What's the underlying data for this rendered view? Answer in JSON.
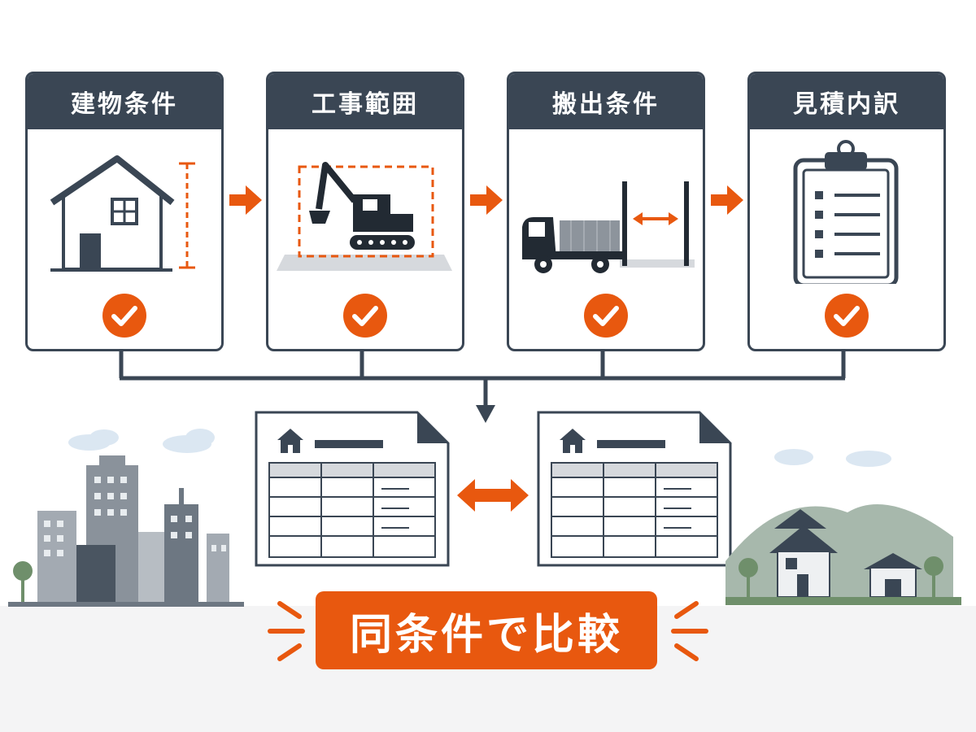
{
  "steps": [
    {
      "label": "建物条件",
      "icon": "house-height-icon",
      "status": "checked"
    },
    {
      "label": "工事範囲",
      "icon": "excavator-icon",
      "status": "checked"
    },
    {
      "label": "搬出条件",
      "icon": "truck-access-icon",
      "status": "checked"
    },
    {
      "label": "見積内訳",
      "icon": "clipboard-checklist-icon",
      "status": "checked"
    }
  ],
  "comparison": {
    "documents": [
      "estimate-document-icon",
      "estimate-document-icon"
    ],
    "arrow_icon": "double-arrow-icon"
  },
  "cta": {
    "label": "同条件で比較"
  },
  "colors": {
    "dark": "#3a4654",
    "accent": "#e8580f",
    "city": "#8a929b",
    "hills": "#a7b8ac"
  }
}
